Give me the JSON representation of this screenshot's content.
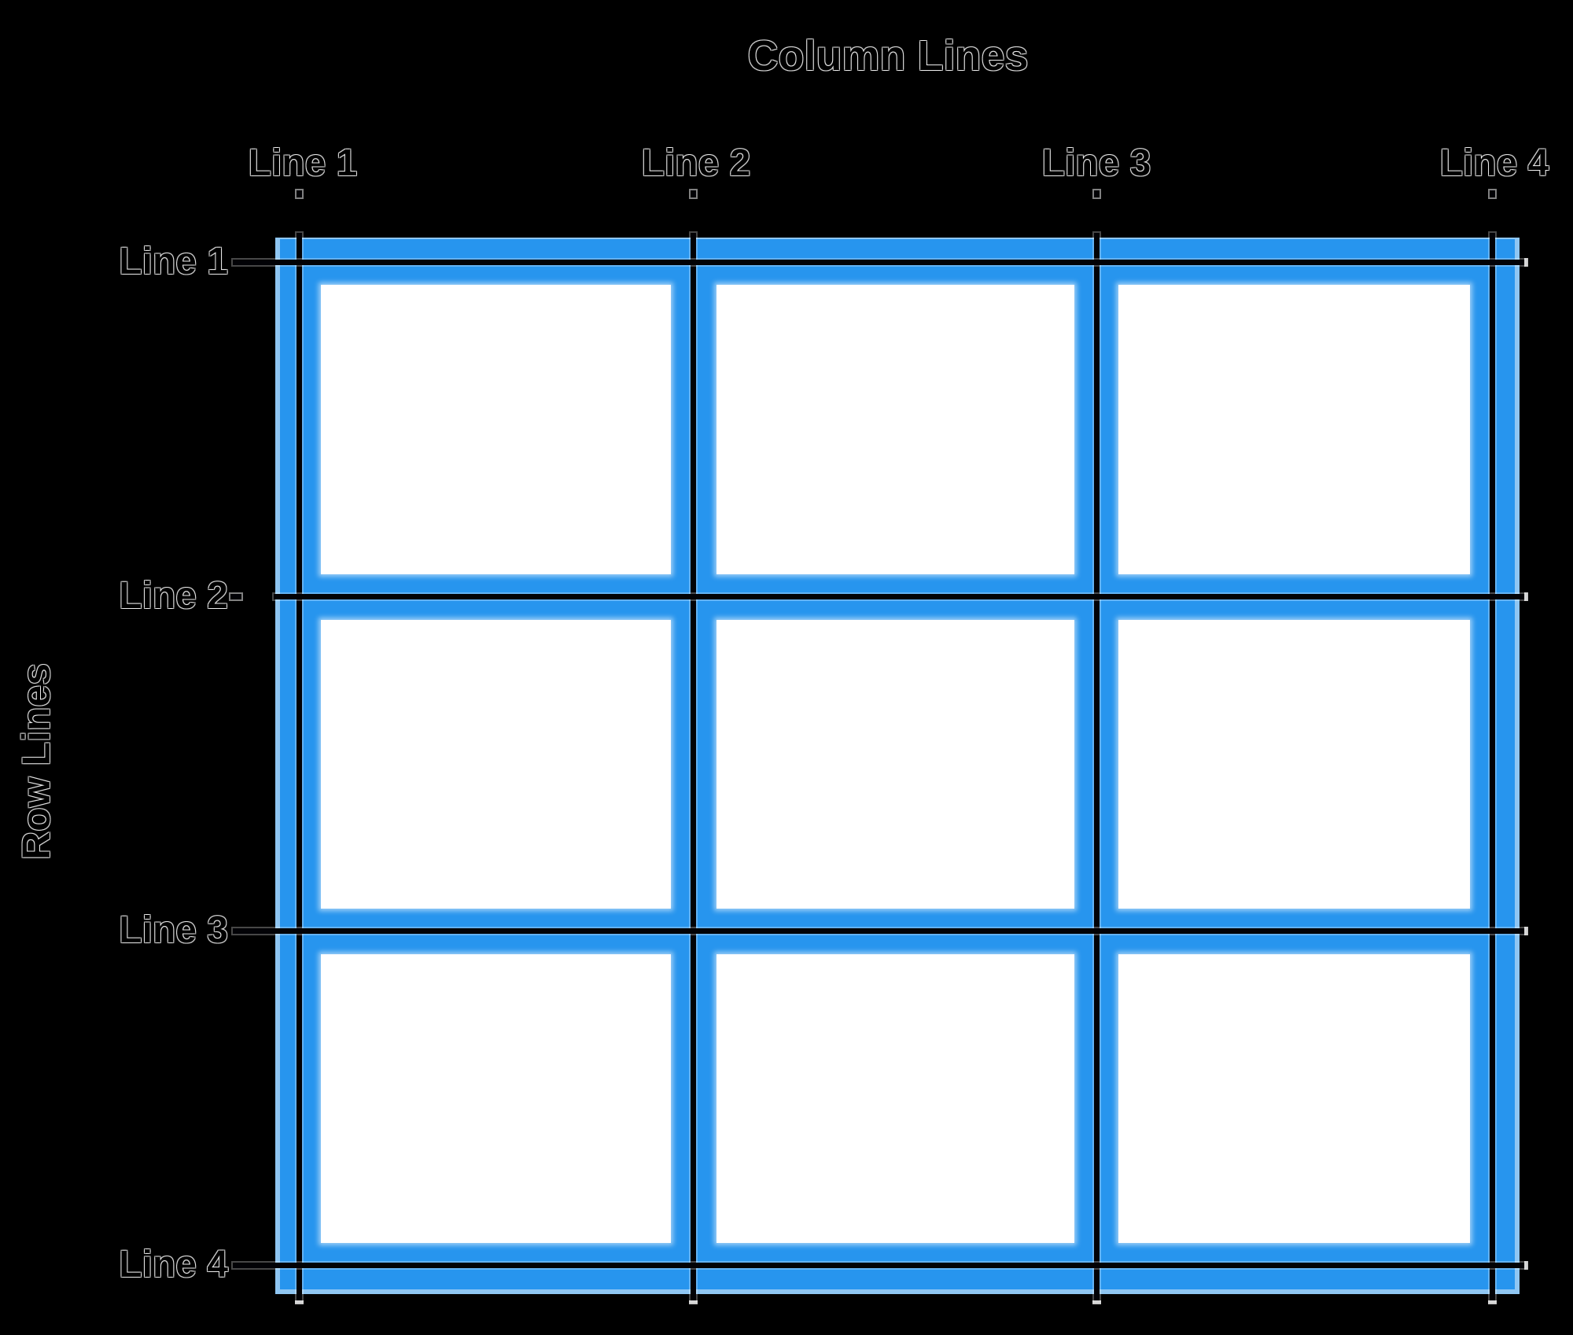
{
  "title": "Column Lines",
  "row_axis_title": "Row Lines",
  "column_labels": [
    "Line 1",
    "Line 2",
    "Line 3",
    "Line 4"
  ],
  "row_labels": [
    "Line 1",
    "Line 2",
    "Line 3",
    "Line 4"
  ],
  "grid": {
    "columns": 3,
    "rows": 3,
    "column_line_count": 4,
    "row_line_count": 4
  },
  "colors": {
    "background": "#000000",
    "track_blue": "#2795EE",
    "track_blue_light": "#8FC6F2",
    "cell_white": "#FFFFFF",
    "grid_line_black": "#020206",
    "label_text": "#000000",
    "label_halo": "#FFFFFF"
  }
}
